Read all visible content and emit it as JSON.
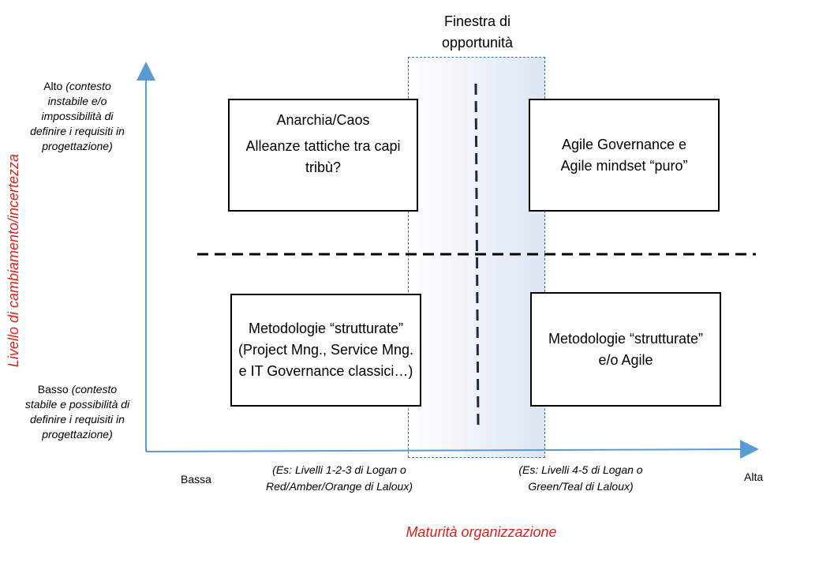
{
  "window": {
    "title": "Finestra di opportunità"
  },
  "quadrants": {
    "top_left": {
      "title": "Anarchia/Caos",
      "body": "Alleanze tattiche tra capi tribù?"
    },
    "top_right": {
      "text": "Agile Governance e Agile mindset “puro”"
    },
    "bottom_left": {
      "text": "Metodologie “strutturate” (Project Mng., Service Mng. e IT Governance classici…)"
    },
    "bottom_right": {
      "text": "Metodologie “strutturate” e/o Agile"
    }
  },
  "y_axis": {
    "title": "Livello di cambiamento/incertezza",
    "high_label_plain": "Alto",
    "high_label_italic": "(contesto instabile e/o impossibilità di definire i requisiti in progettazione)",
    "low_label_plain": "Basso",
    "low_label_italic": "(contesto stabile e possibilità di definire i requisiti in progettazione)"
  },
  "x_axis": {
    "title": "Maturità organizzazione",
    "low_label": "Bassa",
    "high_label": "Alta",
    "low_note": "(Es: Livelli 1-2-3 di Logan o Red/Amber/Orange di Laloux)",
    "high_note": "(Es: Livelli 4-5 di Logan o Green/Teal di Laloux)"
  },
  "colors": {
    "axis": "#5b9bd5",
    "accent_red": "#e0201b",
    "window_border": "#41719c",
    "window_fill": "#dce6f4"
  }
}
